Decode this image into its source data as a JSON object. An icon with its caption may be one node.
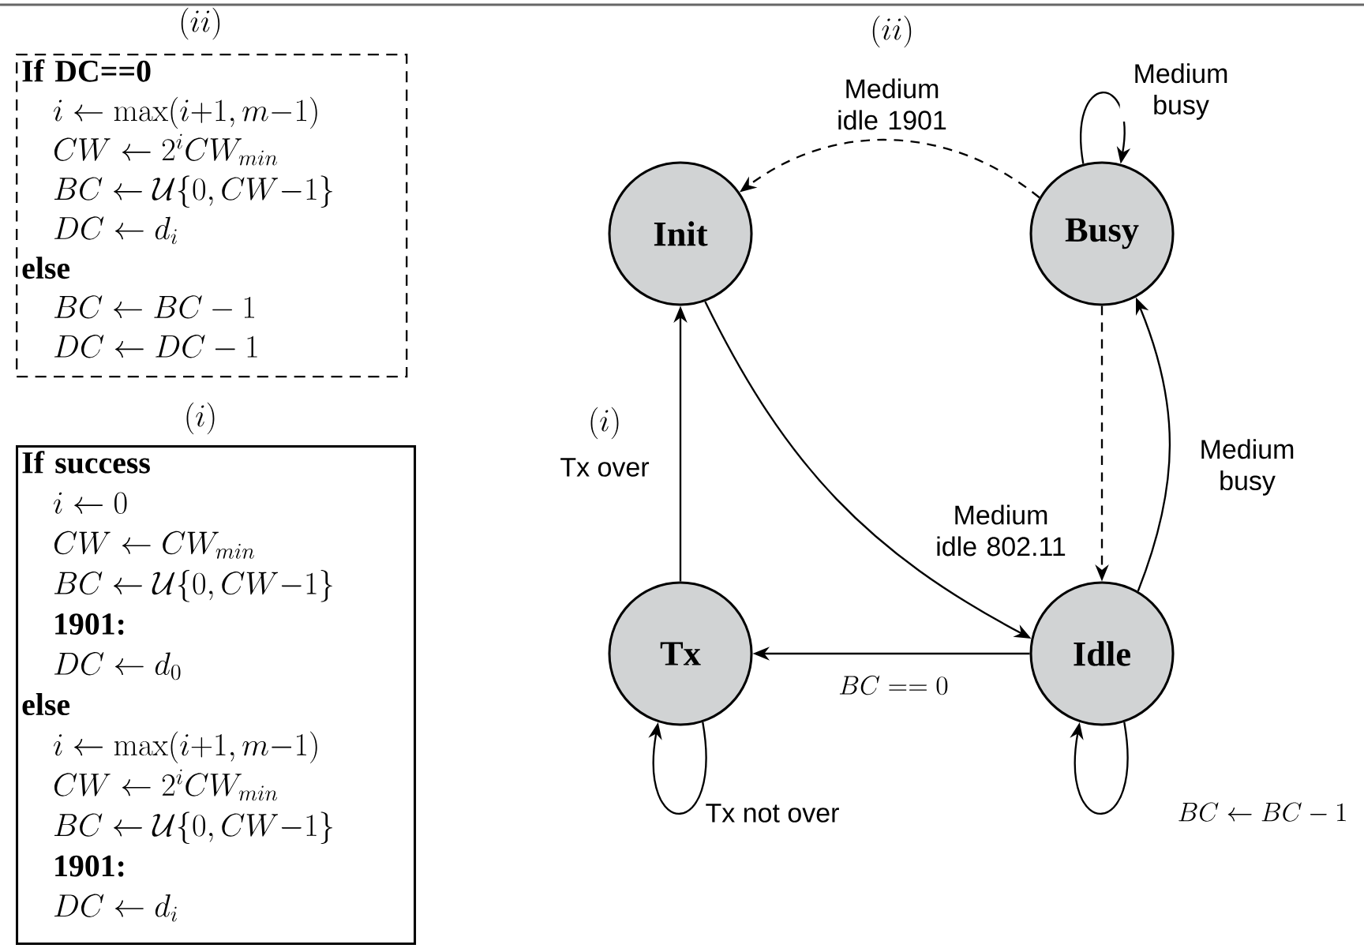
{
  "diagram": {
    "nodes": [
      {
        "text": [
          "(ii)",
          "If DC==0",
          "i \\leftarrow \\max(i{+}1, m{-}1)",
          "CW \\leftarrow 2^iCW_{min}",
          "BC \\leftarrow \\mathcal{U}\\{0, CW{-}1\\}",
          "DC \\leftarrow d_i",
          "else",
          "BC \\leftarrow BC - 1",
          "DC \\leftarrow DC - 1"
        ]
      },
      {
        "text": [
          "(i)",
          "If success",
          "i \\leftarrow 0",
          "CW \\leftarrow CW_{min}",
          "BC \\leftarrow \\mathcal{U}\\{0, CW{-}1\\}",
          "1901:",
          "DC \\leftarrow d_0",
          "else",
          "i \\leftarrow \\max(i{+}1, m{-}1)",
          "CW \\leftarrow 2^iCW_{min}",
          "BC \\leftarrow \\mathcal{U}\\{0, CW{-}1\\}",
          "1901:",
          "DC \\leftarrow d_i"
        ]
      },
      {
        "text": [
          "Init"
        ]
      },
      {
        "text": [
          "Busy"
        ]
      },
      {
        "text": [
          "Tx"
        ]
      },
      {
        "text": [
          "Idle"
        ]
      }
    ],
    "edges": [
      {
        "from": 3,
        "to": 2,
        "arrow": "to",
        "label": "Medium idle 1901",
        "style": "dashed"
      },
      {
        "from": 3,
        "to": 3,
        "arrow": "to",
        "label": "Medium busy"
      },
      {
        "from": 2,
        "to": 5,
        "arrow": "to"
      },
      {
        "from": 3,
        "to": 5,
        "arrow": "to",
        "label": "Medium idle 802.11",
        "style": "dashed"
      },
      {
        "from": 5,
        "to": 3,
        "arrow": "to",
        "label": "Medium busy"
      },
      {
        "from": 4,
        "to": 2,
        "arrow": "to",
        "label": "Tx over"
      },
      {
        "from": 5,
        "to": 4,
        "arrow": "to",
        "label": "BC == 0"
      },
      {
        "from": 4,
        "to": 4,
        "arrow": "to",
        "label": "Tx not over"
      },
      {
        "from": 5,
        "to": 5,
        "arrow": "to",
        "label": "BC \\leftarrow BC - 1"
      }
    ],
    "labels": [
      "(ii)",
      "(i)"
    ]
  }
}
